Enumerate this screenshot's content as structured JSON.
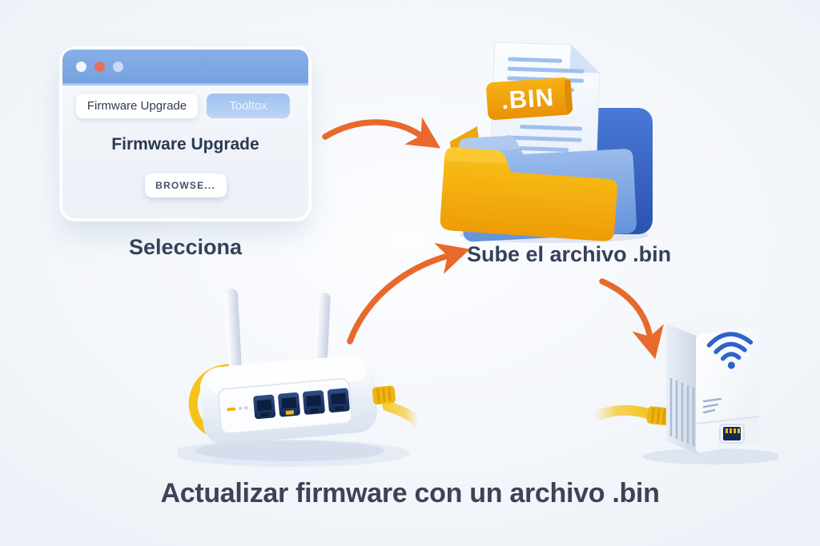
{
  "page": {
    "title": "Actualizar firmware con un archivo .bin"
  },
  "browser_window": {
    "dots": [
      "#f2f5f9",
      "#e2705e",
      "#c8daf5"
    ],
    "tabs": [
      {
        "label": "Firmware Upgrade",
        "active": true
      },
      {
        "label": "Tooltox",
        "active": false
      }
    ],
    "heading": "Firmware Upgrade",
    "browse_button": "BROWSE..."
  },
  "labels": {
    "step_select": "Selecciona",
    "step_upload": "Sube el archivo .bin"
  },
  "bin_badge": ".BIN",
  "colors": {
    "background": "#eef2f8",
    "arrow_orange": "#e8692b",
    "titlebar_blue": "#7da8e4",
    "folder_yellow": "#f6b414",
    "folder_blue": "#6f9bde",
    "folder_dark_blue": "#2f5cb8",
    "badge_orange": "#f2a50f",
    "wifi_blue": "#2d63c8",
    "cable_yellow": "#f5c31a",
    "text_dark": "#39455c"
  },
  "icons": {
    "window_dots": "window-control-dots",
    "folder": "folder-icon",
    "bin_file": "bin-file-document-icon",
    "router": "router-icon",
    "wifi_extender": "wifi-extender-icon",
    "wifi": "wifi-signal-icon",
    "arrows": [
      "arrow-window-to-folder",
      "arrow-router-to-upload",
      "arrow-upload-to-extender"
    ]
  }
}
